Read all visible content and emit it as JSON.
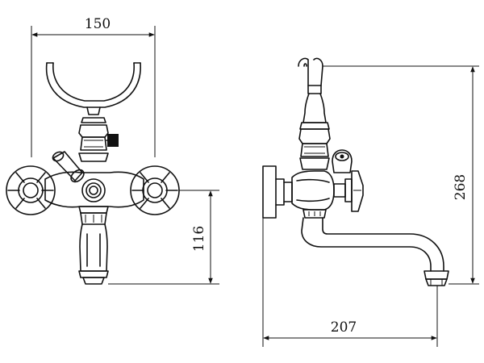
{
  "dimensions": {
    "front_width": "150",
    "front_height": "116",
    "side_height": "268",
    "side_depth": "207"
  },
  "colors": {
    "line": "#111111",
    "background": "#ffffff"
  }
}
